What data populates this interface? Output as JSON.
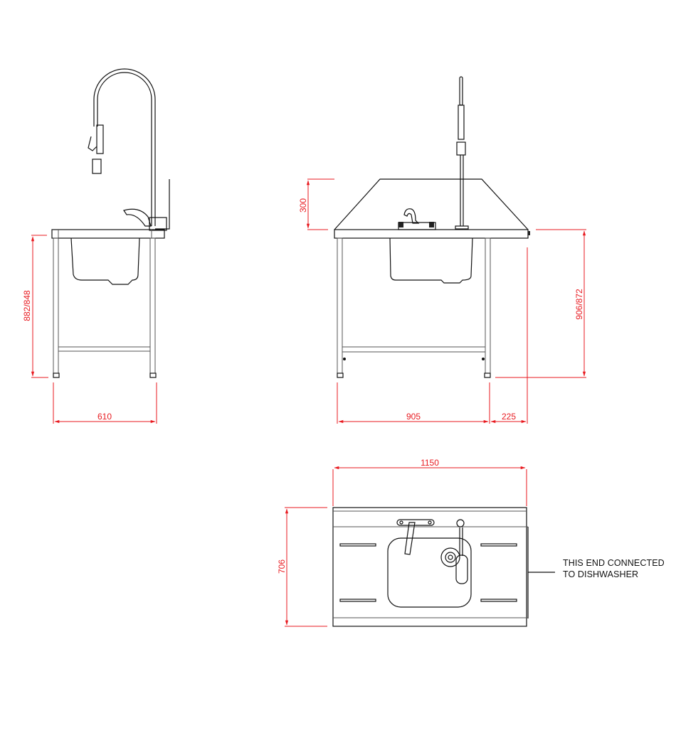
{
  "drawing": {
    "views": [
      {
        "name": "side-view",
        "description": "End elevation"
      },
      {
        "name": "front-view",
        "description": "Front elevation"
      },
      {
        "name": "plan-view",
        "description": "Top plan"
      }
    ],
    "colors": {
      "dimension": "#e8191f",
      "linework": "#111111",
      "background": "#ffffff"
    }
  },
  "dimensions": {
    "side_height": "882/848",
    "side_depth": "610",
    "splash_height": "300",
    "front_height": "906/872",
    "front_leg_span": "905",
    "front_overhang": "225",
    "plan_width": "1150",
    "plan_depth": "706"
  },
  "notes": {
    "line1": "THIS END CONNECTED",
    "line2": "TO DISHWASHER"
  }
}
